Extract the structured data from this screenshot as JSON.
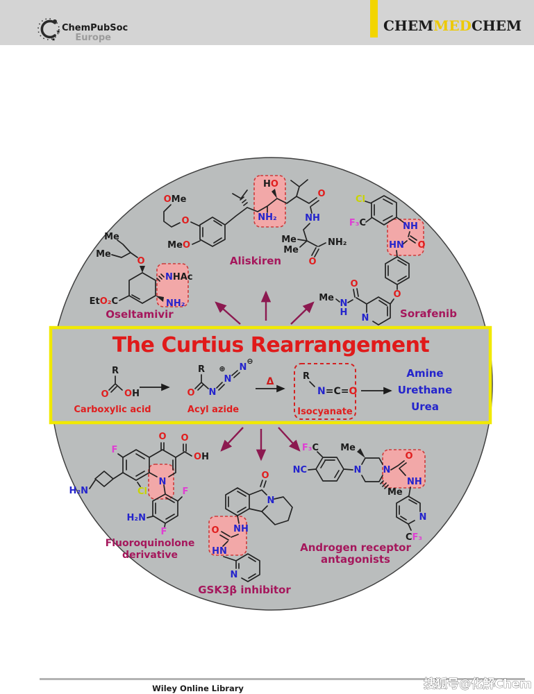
{
  "header": {
    "society": "ChemPubSoc",
    "society_region": "Europe",
    "journal_chem1": "CHEM",
    "journal_med": "MED",
    "journal_chem2": "CHEM"
  },
  "colors": {
    "banner_border": "#F1E900",
    "title_red": "#E01A1A",
    "circle_gray": "#BABDBD",
    "label_magenta": "#A5175C",
    "arrow_maroon": "#8C1950",
    "highlight_pink": "#F2A8A8",
    "nitrogen_blue": "#2424CC",
    "oxygen_red": "#E01E1E",
    "fluorine_magenta": "#DF3FD3",
    "chlorine_yellow": "#C9D400"
  },
  "banner": {
    "title": "The Curtius Rearrangement",
    "steps": {
      "carboxylic_acid": {
        "r": "R",
        "o": "O",
        "oh_o": "O",
        "oh_h": "H",
        "label": "Carboxylic acid"
      },
      "acyl_azide": {
        "r": "R",
        "o": "O",
        "n1": "N",
        "n2": "N",
        "n3": "N",
        "plus": "⊕",
        "minus": "⊖",
        "label": "Acyl azide"
      },
      "delta": "Δ",
      "isocyanate": {
        "r": "R",
        "n": "N",
        "eq1": "=",
        "c": "C",
        "eq2": "=",
        "o": "O",
        "label": "Isocyanate"
      },
      "products": [
        "Amine",
        "Urethane",
        "Urea"
      ]
    }
  },
  "molecules": {
    "oseltamivir": {
      "label": "Oseltamivir",
      "me1": "Me",
      "me2": "Me",
      "o_ether": "O",
      "ester_et": "Et",
      "ester_o2": "O₂",
      "ester_c": "C",
      "nhac_n": "N",
      "nhac_rest": "HAc",
      "nh2": "NH₂"
    },
    "aliskiren": {
      "label": "Aliskiren",
      "ome_o": "O",
      "ome_me": "Me",
      "meo_me": "Me",
      "meo_o": "O",
      "o_aryl": "O",
      "ho_h": "H",
      "ho_o": "O",
      "nh2": "NH₂",
      "o_amide1": "O",
      "nh": "NH",
      "me1": "Me",
      "me2": "Me",
      "o_amide2": "O",
      "nh2_amide": "NH₂"
    },
    "sorafenib": {
      "label": "Sorafenib",
      "cl": "Cl",
      "f3c_f": "F₃",
      "f3c_c": "C",
      "nh": "NH",
      "hn": "HN",
      "o_urea": "O",
      "o_ether": "O",
      "n_pyridine": "N",
      "o_amide": "O",
      "n_amide": "N",
      "h_amide": "H",
      "me": "Me"
    },
    "fluoroquinolone": {
      "label_line1": "Fluoroquinolone",
      "label_line2": "derivative",
      "o_ketone": "O",
      "o_acid": "O",
      "oh_o": "O",
      "oh_h": "H",
      "f1": "F",
      "cl": "Cl",
      "n": "N",
      "h2n_cyclobutyl": "H₂N",
      "f2": "F",
      "f3": "F",
      "h2n_aniline": "H₂N"
    },
    "gsk3b": {
      "label": "GSK3β inhibitor",
      "o_lactam": "O",
      "n_lactam": "N",
      "nh": "NH",
      "o_urea": "O",
      "hn": "HN",
      "n_pyridine": "N"
    },
    "androgen": {
      "label_line1": "Androgen receptor",
      "label_line2": "antagonists",
      "f3c_f": "F₃",
      "f3c_c": "C",
      "nc": "NC",
      "n1": "N",
      "n2": "N",
      "me1": "Me",
      "me2": "Me",
      "o_urea": "O",
      "nh": "NH",
      "n_pyridine": "N",
      "cf3_c": "C",
      "cf3_f": "F₃"
    }
  },
  "footer": {
    "library": "Wiley Online Library",
    "watermark": "搜狐号@化解Chem"
  }
}
